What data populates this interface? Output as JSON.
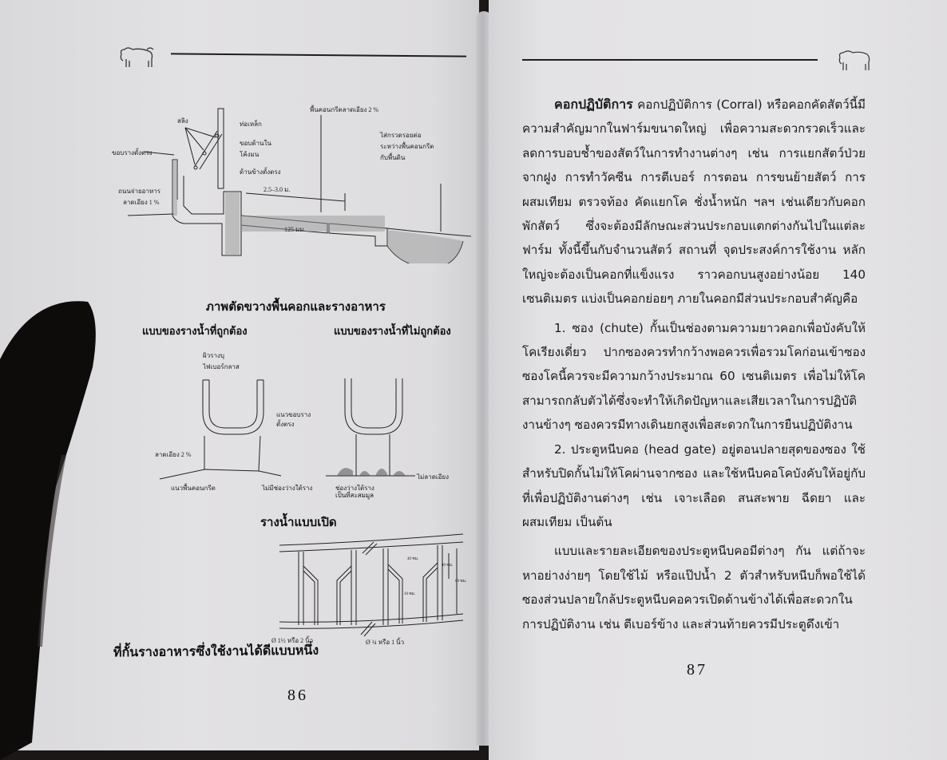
{
  "left_page": {
    "page_number": "86",
    "header_icon": "cow-icon",
    "figure1": {
      "labels": {
        "sling": "สลิง",
        "steel_pipe": "ท่อเหล็ก",
        "inner_edge": "ขอบด้านใน",
        "rounded": "โค้งมน",
        "vertical_side": "ด้านข้างตั้งตรง",
        "trough_edge": "ขอบรางตั้งตรง",
        "feed_road": "ถนนจ่ายอาหาร",
        "slope_1": "ลาดเอียง 1 %",
        "floor_slope": "พื้นคอนกรีตลาดเอียง 2 %",
        "width": "2.5–3.0 ม.",
        "thickness": "125 มม.",
        "gravel_1": "ไส่กรวดรอยต่อ",
        "gravel_2": "ระหว่างพื้นคอนกรีต",
        "gravel_3": "กับพื้นดิน"
      },
      "caption": "ภาพตัดขวางพื้นคอกและรางอาหาร"
    },
    "figure2": {
      "correct_title": "แบบของรางน้ำที่ถูกต้อง",
      "incorrect_title": "แบบของรางน้ำที่ไม่ถูกต้อง",
      "labels": {
        "surface_1": "ผิวรางบุ",
        "surface_2": "ไฟเบอร์กลาส",
        "edge_1": "แนวขอบราง",
        "edge_2": "ตั้งตรง",
        "slope_2": "ลาดเอียง 2 %",
        "concrete_line": "แนวพื้นคอนกรีต",
        "no_gap": "ไม่มีช่องว่างใต้ราง",
        "no_slope": "ไม่ลาดเอียง",
        "gap_1": "ช่องว่างใต้ราง",
        "gap_2": "เป็นที่สะสมมูล"
      }
    },
    "figure3": {
      "title": "รางน้ำแบบเปิด",
      "dim_a": "Ø 1½ หรือ 2 นิ้ว",
      "dim_b": "Ø ¾ หรือ 1 นิ้ว",
      "small_1": "40 ซม.",
      "small_2": "40 ซม.",
      "small_3": "60 ซม.",
      "small_4": "30 ซม.",
      "caption": "ที่กั้นรางอาหารซึ่งใช้งานได้ดีแบบหนึ่ง"
    }
  },
  "right_page": {
    "page_number": "87",
    "header_icon": "cow-icon",
    "heading": "คอกปฏิบัติการ",
    "paragraphs": [
      {
        "id": "intro",
        "text_after_heading": " คอกปฏิบัติการ (Corral) หรือคอกคัดสัตว์นี้มีความสำคัญมากในฟาร์มขนาดใหญ่  เพื่อความสะดวกรวดเร็วและลดการบอบช้ำของสัตว์ในการทำงานต่างๆ เช่น การแยกสัตว์ป่วยจากฝูง การทำวัคซีน การตีเบอร์ การตอน การขนย้ายสัตว์ การผสมเทียม ตรวจท้อง คัดแยกโค ชั่งน้ำหนัก ฯลฯ เช่นเดียวกับคอกพักสัตว์  ซึ่งจะต้องมีลักษณะส่วนประกอบแตกต่างกันไปในแต่ละฟาร์ม ทั้งนี้ขึ้นกับจำนวนสัตว์ สถานที่ จุดประสงค์การใช้งาน หลักใหญ่จะต้องเป็นคอกที่แข็งแรง ราวคอกบนสูงอย่างน้อย 140 เซนติเมตร แบ่งเป็นคอกย่อยๆ ภายในคอกมีส่วนประกอบสำคัญคือ"
      },
      {
        "id": "chute",
        "text": "1. ซอง (chute) กั้นเป็นช่องตามความยาวคอกเพื่อบังคับให้โคเรียงเดี่ยว ปากซองควรทำกว้างพอควรเพื่อรวมโคก่อนเข้าซอง ซองโคนี้ควรจะมีความกว้างประมาณ 60 เซนติเมตร เพื่อไม่ให้โคสามารถกลับตัวได้ซึ่งจะทำให้เกิดปัญหาและเสียเวลาในการปฏิบัติงานข้างๆ ซองควรมีทางเดินยกสูงเพื่อสะดวกในการยืนปฏิบัติงาน"
      },
      {
        "id": "head_gate",
        "text": "2. ประตูหนีบคอ (head gate) อยู่ตอนปลายสุดของซอง ใช้สำหรับปิดกั้นไม่ให้โคผ่านจากซอง  และใช้หนีบคอโคบังคับให้อยู่กับที่เพื่อปฏิบัติงานต่างๆ เช่น เจาะเลือด สนสะพาย ฉีดยา และผสมเทียม เป็นต้น"
      },
      {
        "id": "details",
        "text": "แบบและรายละเอียดของประตูหนีบคอมีต่างๆ กัน แต่ถ้าจะหาอย่างง่ายๆ โดยใช้ไม้ หรือแป๊ปน้ำ 2 ตัวสำหรับหนีบก็พอใช้ได้ ซองส่วนปลายใกล้ประตูหนีบคอควรเปิดด้านข้างได้เพื่อสะดวกในการปฏิบัติงาน เช่น ตีเบอร์ข้าง และส่วนท้ายควรมีประตูดึงเข้า"
      }
    ]
  },
  "colors": {
    "paper": "#e2e1e3",
    "ink": "#1b1b1b",
    "background": "#1a1716"
  }
}
